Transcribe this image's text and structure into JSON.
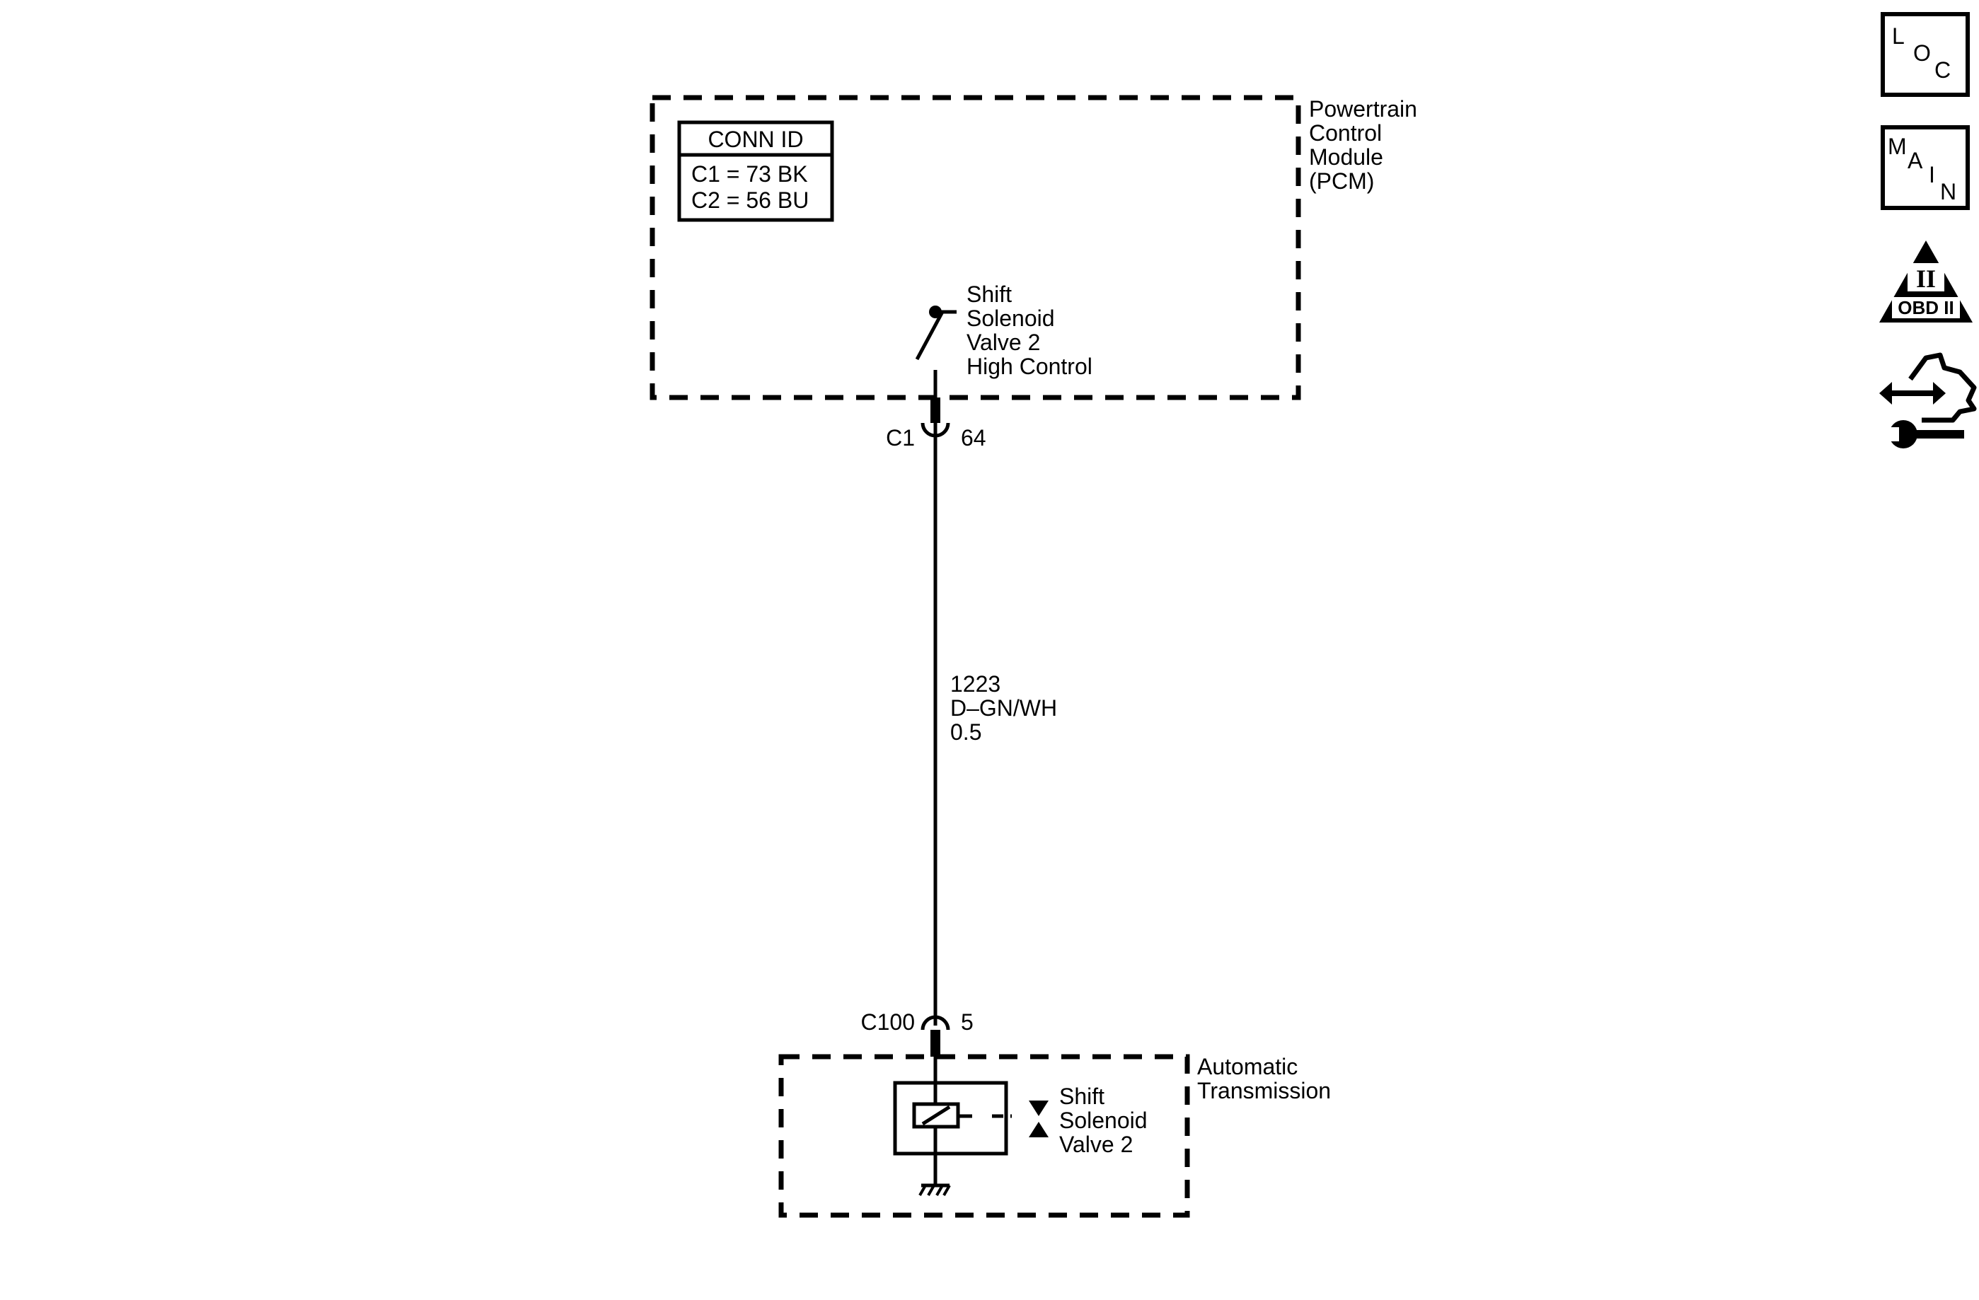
{
  "pcm": {
    "title_lines": [
      "Powertrain",
      "Control",
      "Module",
      "(PCM)"
    ],
    "conn_id": {
      "header": "CONN ID",
      "rows": [
        "C1 = 73 BK",
        "C2 = 56 BU"
      ]
    },
    "switch_label_lines": [
      "Shift",
      "Solenoid",
      "Valve 2",
      "High Control"
    ],
    "connector": {
      "id": "C1",
      "pin": "64"
    }
  },
  "wire": {
    "circuit": "1223",
    "color": "D–GN/WH",
    "size": "0.5"
  },
  "transmission": {
    "title_lines": [
      "Automatic",
      "Transmission"
    ],
    "connector": {
      "id": "C100",
      "pin": "5"
    },
    "solenoid_label_lines": [
      "Shift",
      "Solenoid",
      "Valve 2"
    ]
  },
  "nav": {
    "loc": {
      "letters": [
        "L",
        "O",
        "C"
      ]
    },
    "main": {
      "letters": [
        "M",
        "A",
        "I",
        "N"
      ]
    },
    "obd": {
      "numeral": "II",
      "label": "OBD II"
    },
    "diag_icon": "diagnostic-tool-icon"
  }
}
